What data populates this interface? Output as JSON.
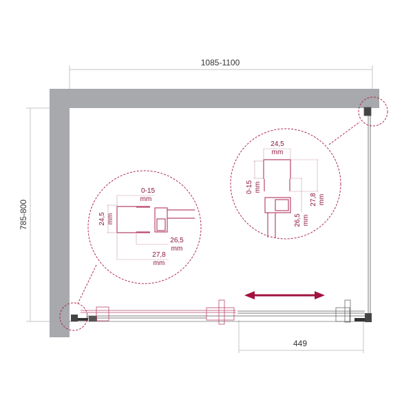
{
  "colors": {
    "wall": "#a7a9ac",
    "accent": "#a3123e",
    "dimension": "#c4c4c4",
    "profile": "#b8476a"
  },
  "dimensions": {
    "width": "1085-1100",
    "height": "785-800",
    "opening": "449"
  },
  "detail_left": {
    "adjust": "0-15",
    "adjust_unit": "mm",
    "depth": "24,5",
    "depth_unit": "mm",
    "inner": "26,5",
    "inner_unit": "mm",
    "outer": "27,8",
    "outer_unit": "mm"
  },
  "detail_right": {
    "depth": "24,5",
    "depth_unit": "mm",
    "adjust": "0-15",
    "adjust_unit": "mm",
    "outer": "27,8",
    "outer_unit": "mm",
    "inner": "26,5",
    "inner_unit": "mm"
  },
  "icons": {
    "slide": "double-arrow-icon"
  }
}
